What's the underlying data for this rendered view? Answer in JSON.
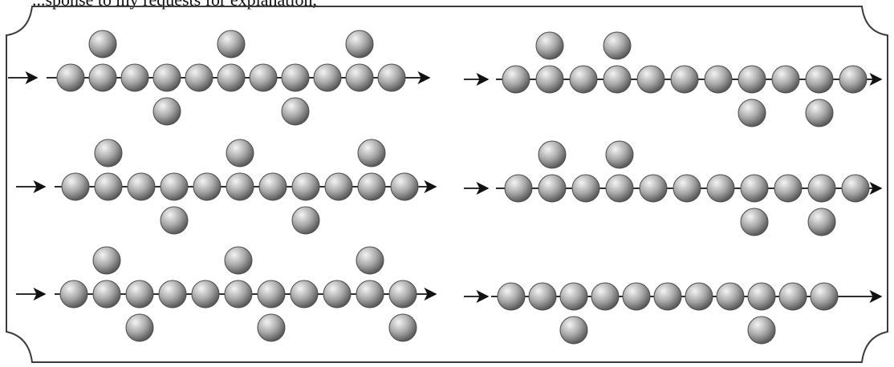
{
  "top_caption": "...sponse to my requests for explanation,",
  "colors": {
    "ball_light": "#f4f4f4",
    "ball_mid": "#a9a9a9",
    "ball_dark": "#5b5b5b",
    "ball_outline": "#4a4a4a",
    "line": "#111111",
    "frame": "#3b3b3b"
  },
  "chains": [
    {
      "id": "left-1",
      "main_count": 11,
      "above": [
        2,
        6,
        10
      ],
      "below": [
        4,
        8
      ],
      "leading_arrow": true
    },
    {
      "id": "right-1",
      "main_count": 11,
      "above": [
        2,
        4
      ],
      "below": [
        8,
        10
      ],
      "leading_arrow": true
    },
    {
      "id": "left-2",
      "main_count": 11,
      "above": [
        2,
        6,
        10
      ],
      "below": [
        4,
        8
      ],
      "leading_arrow": true
    },
    {
      "id": "right-2",
      "main_count": 11,
      "above": [
        2,
        4
      ],
      "below": [
        8,
        10
      ],
      "leading_arrow": true
    },
    {
      "id": "left-3",
      "main_count": 11,
      "above": [
        2,
        6,
        10
      ],
      "below": [
        3,
        7,
        11
      ],
      "leading_arrow": true
    },
    {
      "id": "right-3",
      "main_count": 11,
      "above": [],
      "below": [
        3,
        9
      ],
      "leading_arrow": true
    }
  ]
}
